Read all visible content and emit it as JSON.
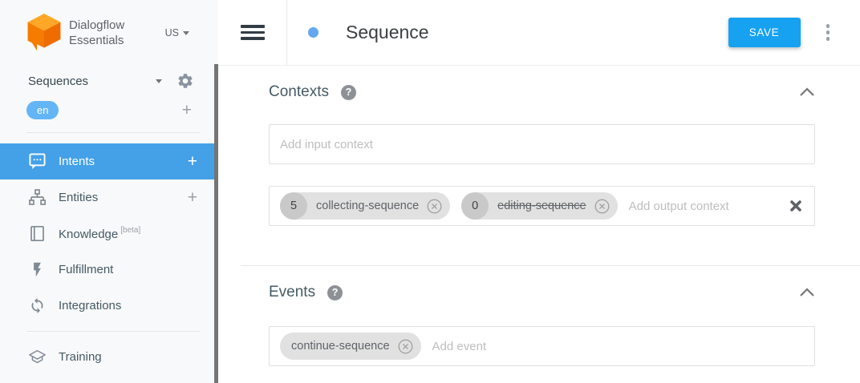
{
  "brand": {
    "line1": "Dialogflow",
    "line2": "Essentials",
    "region": "US"
  },
  "sidebar": {
    "agent_label": "Sequences",
    "language": "en",
    "items": [
      {
        "label": "Intents"
      },
      {
        "label": "Entities"
      },
      {
        "label": "Knowledge",
        "badge": "[beta]"
      },
      {
        "label": "Fulfillment"
      },
      {
        "label": "Integrations"
      },
      {
        "label": "Training"
      }
    ]
  },
  "header": {
    "title": "Sequence",
    "save_label": "SAVE"
  },
  "contexts": {
    "title": "Contexts",
    "input_placeholder": "Add input context",
    "output_placeholder": "Add output context",
    "output_chips": [
      {
        "lifespan": "5",
        "label": "collecting-sequence"
      },
      {
        "lifespan": "0",
        "label": "editing-sequence"
      }
    ]
  },
  "events": {
    "title": "Events",
    "placeholder": "Add event",
    "chips": [
      {
        "label": "continue-sequence"
      }
    ]
  },
  "icons": {
    "help": "?",
    "plus": "+"
  },
  "colors": {
    "save_button": "#16a2f0",
    "active_nav": "#44a1e8",
    "language_badge": "#64b5f6",
    "status_dot": "#64a7ef",
    "chip_background": "#e1e1e1"
  }
}
